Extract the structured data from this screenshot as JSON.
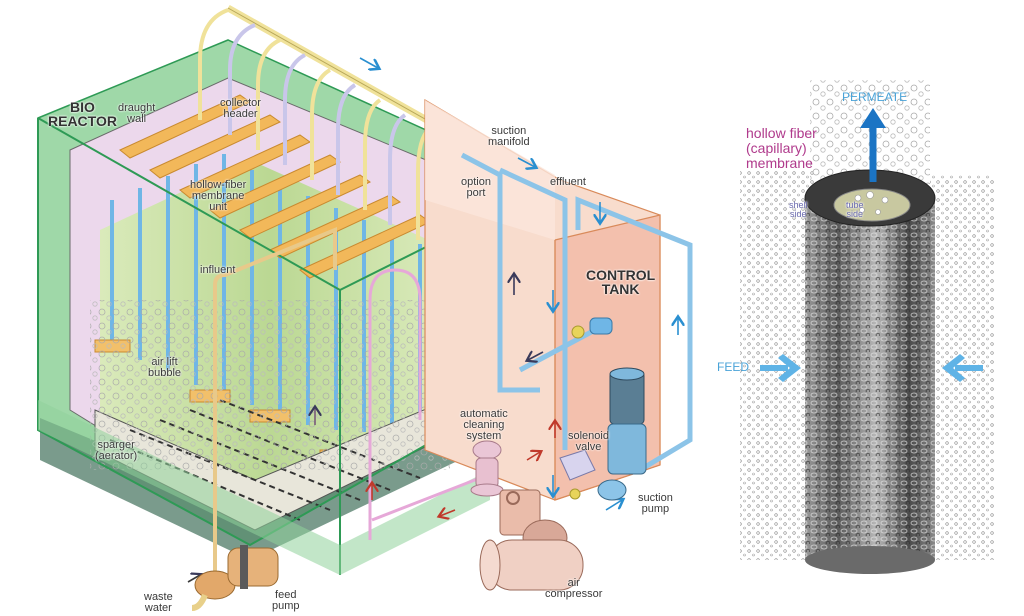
{
  "figure": {
    "title": "Membrane bioreactor system with hollow fiber membrane detail",
    "colors": {
      "reactor_green": "#8fd19a",
      "reactor_edge": "#2e9a55",
      "reactor_inner": "#ecd8ec",
      "membrane_header": "#f2b85a",
      "fiber_green": "#c6e0a0",
      "permeate_pipe_blue": "#6fb6e6",
      "collector_yellow": "#f0e29a",
      "collector_lavender": "#c9c6ea",
      "control_tank": "#f6c8b8",
      "control_tank_edge": "#d98a5a",
      "pump_blue": "#7fb8dc",
      "compressor_pink": "#f0c8bc",
      "feed_pump_orange": "#e2a86a",
      "arrow_blue": "#2a8fd0",
      "arrow_red": "#c0392b",
      "permeate_arrow": "#1b74c4",
      "feed_arrow": "#5fb3e6",
      "fiber_caption": "#b03a8c"
    }
  },
  "left_diagram": {
    "labels": {
      "bioreactor": "BIO\nREACTOR",
      "draught_wall": "draught\nwall",
      "collector_header": "collector\nheader",
      "hollow_fiber_unit": "hollow-fiber\nmembrane\nunit",
      "suction_manifold": "suction\nmanifold",
      "option_port": "option\nport",
      "effluent": "effluent",
      "control_tank": "CONTROL\nTANK",
      "influent": "influent",
      "air_lift_bubble": "air lift\nbubble",
      "sparger": "sparger\n(aerator)",
      "automatic_cleaning": "automatic\ncleaning\nsystem",
      "solenoid_valve": "solenoid\nvalve",
      "suction_pump": "suction\npump",
      "air_compressor": "air\ncompressor",
      "waste_water": "waste\nwater",
      "feed_pump": "feed\npump"
    }
  },
  "right_diagram": {
    "labels": {
      "permeate": "PERMEATE",
      "hollow_fiber_caption": "hollow fiber\n(capillary)\nmembrane",
      "shell_side": "shell\nside",
      "tube_side": "tube\nside",
      "feed": "FEED"
    }
  }
}
